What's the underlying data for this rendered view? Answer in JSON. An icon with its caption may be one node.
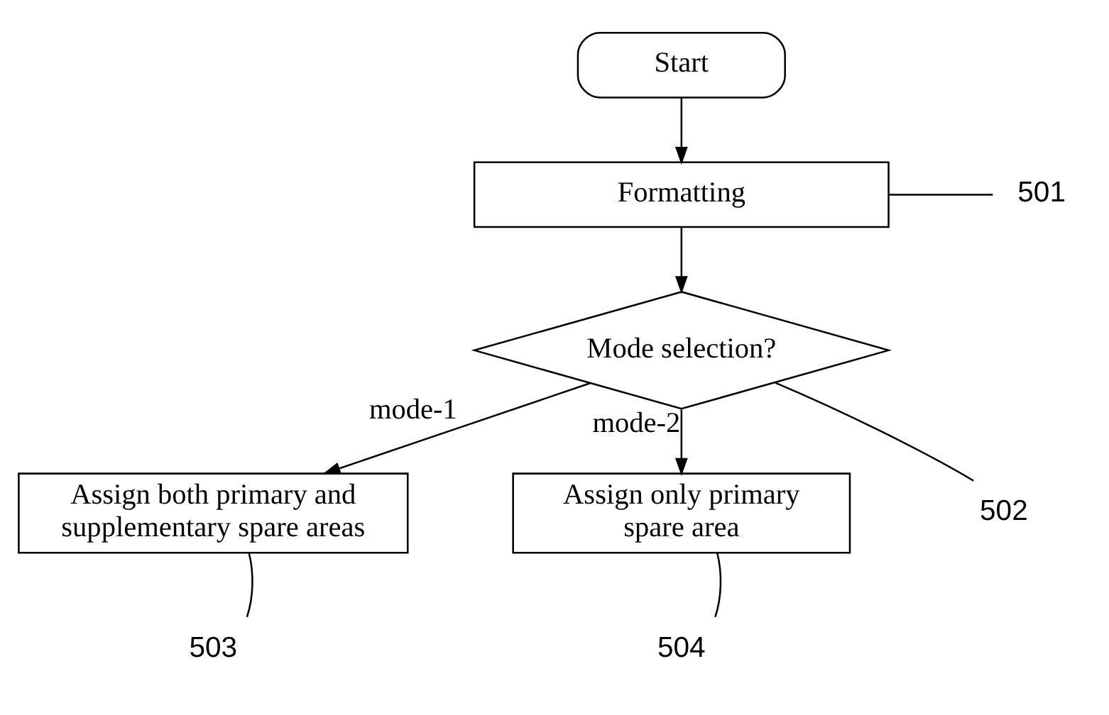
{
  "diagram": {
    "nodes": [
      {
        "text": [
          "Start"
        ]
      },
      {
        "text": [
          "Formatting"
        ]
      },
      {
        "text": [
          "Mode selection?"
        ]
      },
      {
        "text": [
          "Assign both primary and supplementary spare areas"
        ]
      },
      {
        "text": [
          "Assign only primary spare area"
        ]
      },
      {
        "text": [
          "501"
        ]
      },
      {
        "text": [
          "502"
        ]
      },
      {
        "text": [
          "503"
        ]
      },
      {
        "text": [
          "504"
        ]
      }
    ],
    "edges": [
      {
        "from": 0,
        "to": 1,
        "arrow": "to"
      },
      {
        "from": 1,
        "to": 2,
        "arrow": "to"
      },
      {
        "from": 2,
        "to": 3,
        "arrow": "to",
        "label": "mode-1"
      },
      {
        "from": 2,
        "to": 4,
        "arrow": "to",
        "label": "mode-2"
      },
      {
        "from": 5,
        "to": 1,
        "arrow": "none"
      },
      {
        "from": 6,
        "to": 2,
        "arrow": "none"
      },
      {
        "from": 7,
        "to": 3,
        "arrow": "none"
      },
      {
        "from": 8,
        "to": 4,
        "arrow": "none"
      }
    ]
  }
}
